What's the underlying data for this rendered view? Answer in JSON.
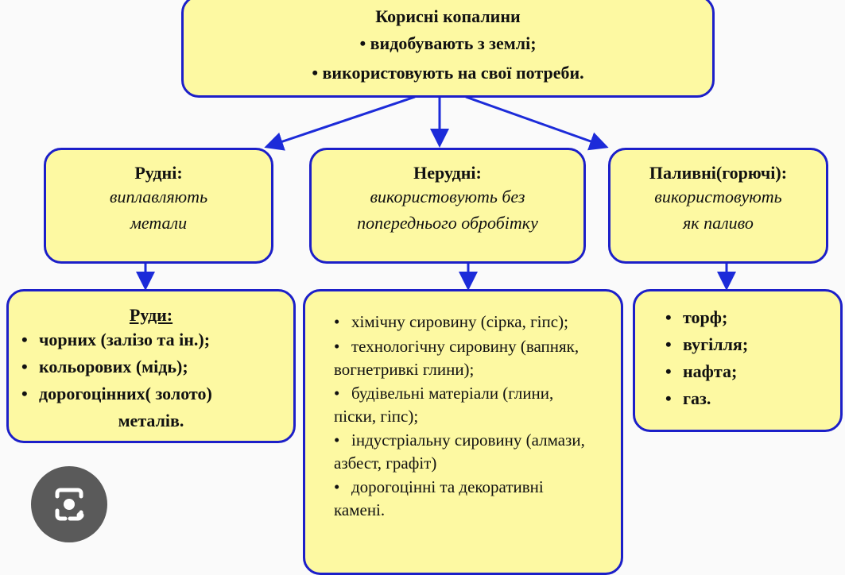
{
  "top": {
    "title": "Корисні копалини",
    "bullets": [
      "видобувають з землі;",
      "використовують на свої потреби."
    ]
  },
  "categories": [
    {
      "title": "Рудні:",
      "desc_lines": [
        "виплавляють",
        "метали"
      ]
    },
    {
      "title": "Нерудні:",
      "desc_lines": [
        "використовують без",
        "попереднього обробітку"
      ]
    },
    {
      "title": "Паливні(горючі):",
      "desc_lines": [
        "використовують",
        "як паливо"
      ]
    }
  ],
  "ores": {
    "title": "Руди:",
    "items": [
      "чорних (залізо та ін.);",
      "кольорових (мідь);",
      "дорогоцінних( золото)"
    ],
    "tail": "металів."
  },
  "nonmetal": {
    "items": [
      "хімічну сировину (сірка, гіпс);",
      "технологічну сировину (вапняк, вогнетривкі глини);",
      "будівельні матеріали (глини, піски, гіпс);",
      "індустріальну сировину (алмази, азбест, графіт)",
      "дорогоцінні та декоративні камені."
    ]
  },
  "fuels": {
    "items": [
      "торф;",
      "вугілля;",
      "нафта;",
      "газ."
    ]
  },
  "colors": {
    "fill": "#fdf9a2",
    "border": "#1c1fc9"
  },
  "overlay": {
    "icon": "google-lens-icon"
  }
}
